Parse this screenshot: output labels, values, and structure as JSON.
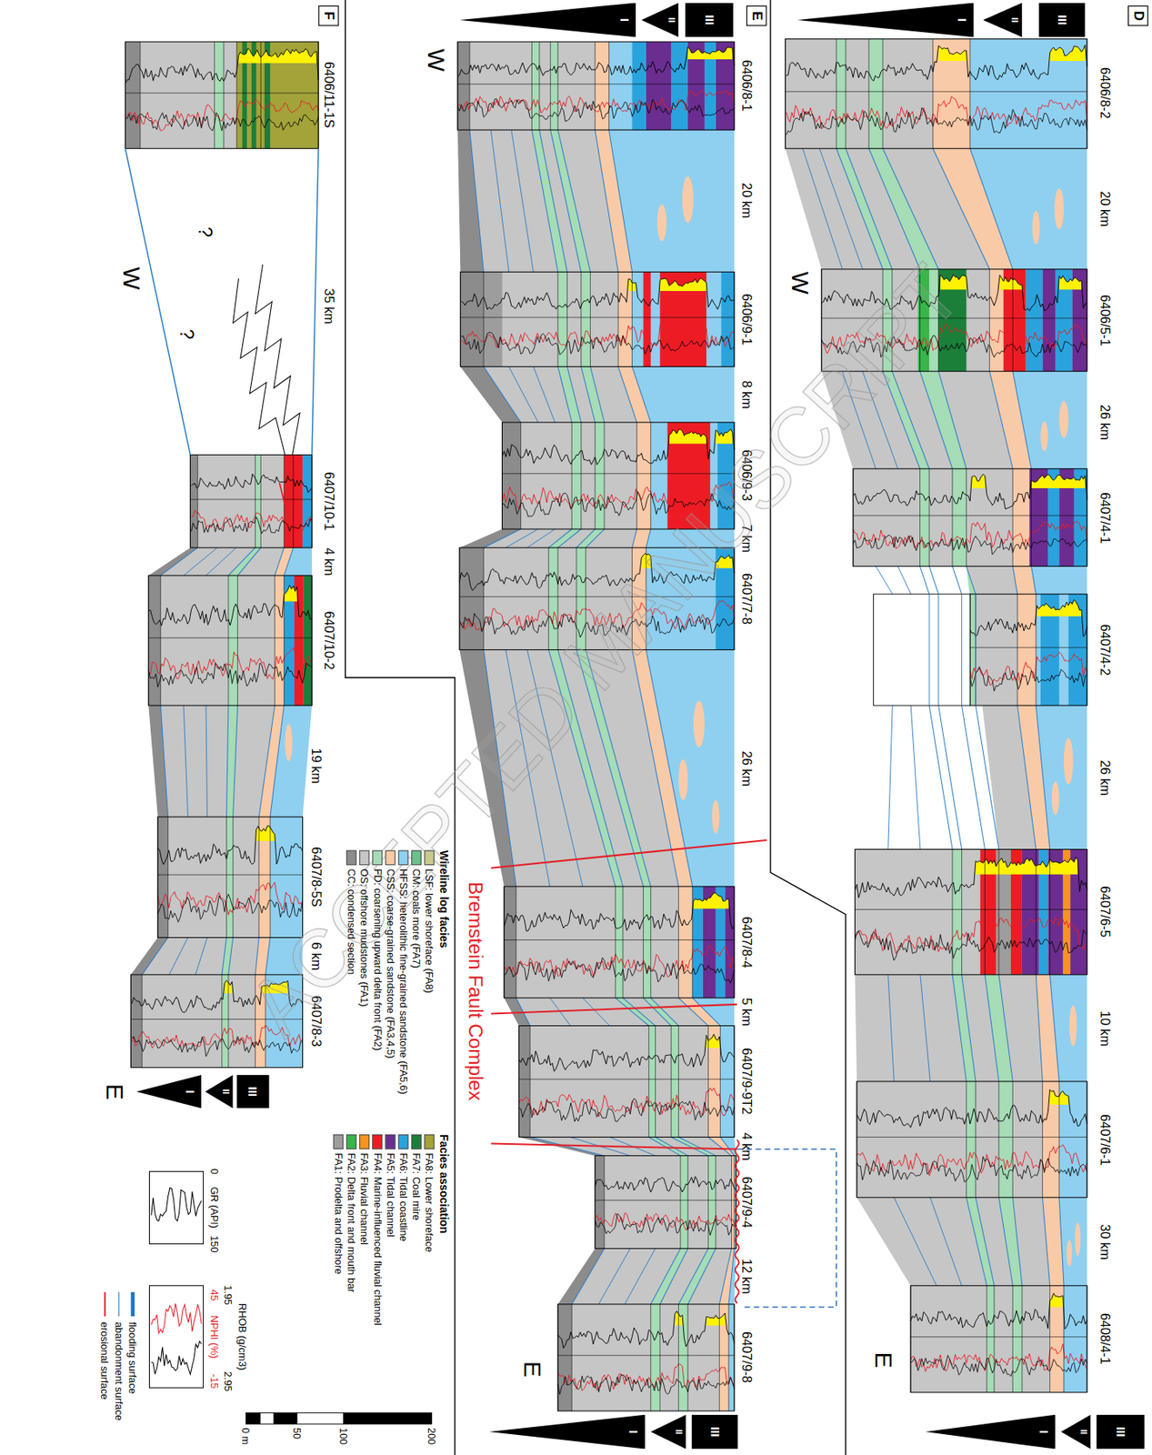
{
  "diagram": {
    "nodes": [
      {
        "text": [
          "D"
        ]
      },
      {
        "text": [
          "III"
        ]
      },
      {
        "text": [
          "II"
        ]
      },
      {
        "text": [
          "I"
        ]
      },
      {
        "text": [
          "III"
        ]
      },
      {
        "text": [
          "II"
        ]
      },
      {
        "text": [
          "I"
        ]
      },
      {
        "text": [
          "E"
        ]
      },
      {
        "text": [
          "III"
        ]
      },
      {
        "text": [
          "II"
        ]
      },
      {
        "text": [
          "I"
        ]
      },
      {
        "text": [
          "III"
        ]
      },
      {
        "text": [
          "II"
        ]
      },
      {
        "text": [
          "I"
        ]
      },
      {
        "text": [
          "F"
        ]
      },
      {
        "text": [
          "III"
        ]
      },
      {
        "text": [
          "II"
        ]
      },
      {
        "text": [
          "I"
        ]
      }
    ],
    "labels": [
      "6406/8-2",
      "20 km",
      "6406/5-1",
      "26 km",
      "6407/4-1",
      "6407/4-2",
      "26 km",
      "6407/6-5",
      "10 km",
      "6407/6-1",
      "30 km",
      "6408/4-1",
      "W",
      "E",
      "6406/8-1",
      "20 km",
      "6406/9-1",
      "8 km",
      "6406/9-3",
      "7 km",
      "6407/7-8",
      "26 km",
      "6407/8-4",
      "5 km",
      "6407/9-9T2",
      "4 km",
      "6407/9-4",
      "12 km",
      "6407/9-8",
      "W",
      "E",
      "Bremstein Fault Complex",
      "6406/11-1S",
      "35 km",
      "6407/10-1",
      "4 km",
      "6407/10-2",
      "19 km",
      "6407/8-5S",
      "6 km",
      "6407/8-3",
      "W",
      "E",
      "?",
      "?",
      "Wireline log facies",
      "Facies association",
      "GR (API)",
      "0",
      "150",
      "RHOB (g/cm3)",
      "1.95",
      "2.95",
      "NPHI (%)",
      "45",
      "-15",
      "200",
      "100",
      "50",
      "0 m",
      "ACCEPTED MANUSCRIPT"
    ],
    "legend": [
      {
        "text": "LSF: lower shoreface (FA8)",
        "color": "#c9c98f"
      },
      {
        "text": "CM: coals more (FA7)",
        "color": "#6cc08a"
      },
      {
        "text": "HFSS: heterolithic fine-grained sandstone (FA5,6)",
        "color": "#8fd0f0"
      },
      {
        "text": "CSS: coarse-grained sandstone (FA3,4,5)",
        "color": "#f9caa7"
      },
      {
        "text": "FD: coarsening upward delta front (FA2)",
        "color": "#a6dcb6"
      },
      {
        "text": "OS: offshore mudstones (FA1)",
        "color": "#c6c6c6"
      },
      {
        "text": "CC: condensed section",
        "color": "#8c8c8c"
      },
      {
        "text": "FA8: Lower shoreface",
        "color": "#a3a33a"
      },
      {
        "text": "FA7: Coal mire",
        "color": "#1b7f3a"
      },
      {
        "text": "FA6: Tidal coastline",
        "color": "#2aa3dd"
      },
      {
        "text": "FA5: Tidal channel",
        "color": "#6b2d90"
      },
      {
        "text": "FA4: Marine-influenced fluvial channel",
        "color": "#ed1c24"
      },
      {
        "text": "FA3: Fluvial channel",
        "color": "#f7941d"
      },
      {
        "text": "FA2: Delta front and mouth bar",
        "color": "#39b54a"
      },
      {
        "text": "FA1: Prodelta and offshore",
        "color": "#9d9d9d"
      },
      {
        "text": "flooding surface"
      },
      {
        "text": "abandonment surface"
      },
      {
        "text": "erosional surface"
      }
    ]
  }
}
